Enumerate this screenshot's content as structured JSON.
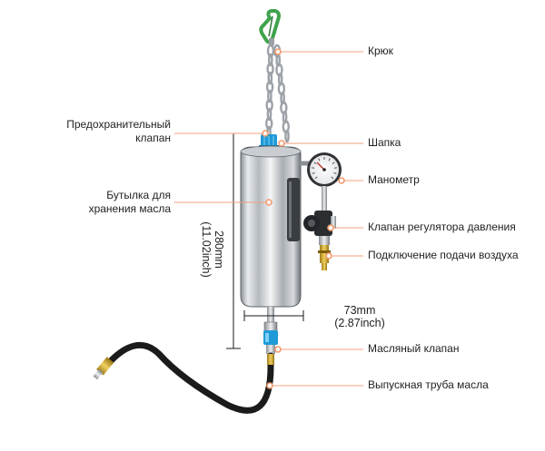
{
  "labels": {
    "hook": "Крюк",
    "safety_valve_l1": "Предохранительный",
    "safety_valve_l2": "клапан",
    "cap": "Шапка",
    "pressure_gauge": "Манометр",
    "storage_bottle_l1": "Бутылка для",
    "storage_bottle_l2": "хранения масла",
    "pressure_regulator": "Клапан регулятора давления",
    "air_supply": "Подключение подачи воздуха",
    "oil_valve": "Масляный клапан",
    "oil_outlet_tube": "Выпускная труба масла"
  },
  "dimensions": {
    "height_mm": "280mm",
    "height_inch": "(11.02inch)",
    "diameter_mm": "73mm",
    "diameter_inch": "(2.87inch)"
  },
  "colors": {
    "leader_line": "#f0a080",
    "dot": "#f29a6e",
    "hook_green": "#3fa34d",
    "cap_blue": "#1e9ad6",
    "hose": "#1b1b1b",
    "brass": "#c9a02a"
  }
}
